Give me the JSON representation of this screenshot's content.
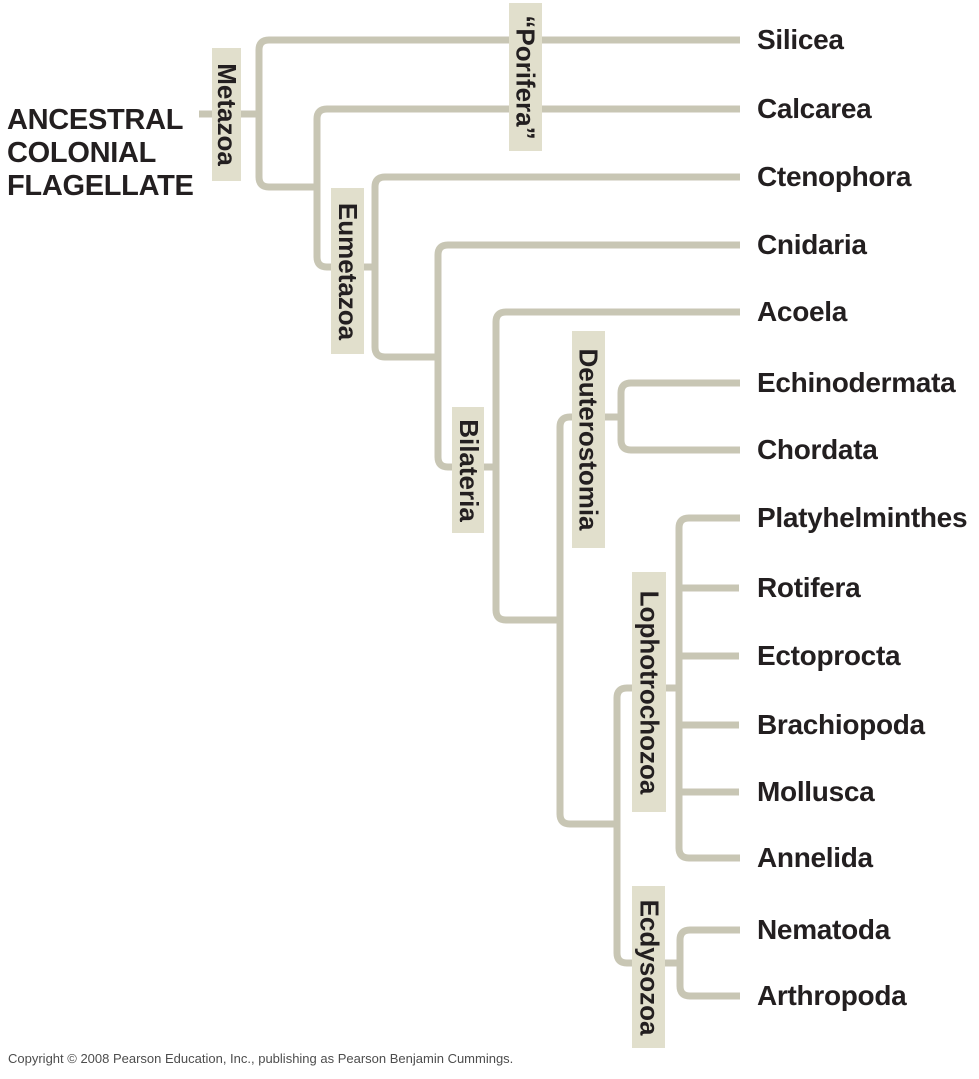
{
  "root_label": "ANCESTRAL\nCOLONIAL\nFLAGELLATE",
  "clades": {
    "metazoa": "Metazoa",
    "porifera": "“Porifera”",
    "eumetazoa": "Eumetazoa",
    "bilateria": "Bilateria",
    "deuterostomia": "Deuterostomia",
    "lophotrochozoa": "Lophotrochozoa",
    "ecdysozoa": "Ecdysozoa"
  },
  "taxa": [
    "Silicea",
    "Calcarea",
    "Ctenophora",
    "Cnidaria",
    "Acoela",
    "Echinodermata",
    "Chordata",
    "Platyhelminthes",
    "Rotifera",
    "Ectoprocta",
    "Brachiopoda",
    "Mollusca",
    "Annelida",
    "Nematoda",
    "Arthropoda"
  ],
  "topology": {
    "newick": "(Silicea,(Calcarea,(Ctenophora,(Cnidaria,(Acoela,((Echinodermata,Chordata)Deuterostomia,((Platyhelminthes,Rotifera,Ectoprocta,Brachiopoda,Mollusca,Annelida)Lophotrochozoa,(Nematoda,Arthropoda)Ecdysozoa)))Bilateria))Eumetazoa))Metazoa;",
    "note": "“Porifera” label (in quotes, paraphyletic) spans the Silicea and Calcarea branches"
  },
  "copyright": "Copyright © 2008 Pearson Education, Inc., publishing as Pearson Benjamin Cummings.",
  "colors": {
    "branch": "#c8c6b4",
    "label_box": "#e1dfcc",
    "text": "#231f20",
    "copyright_text": "#4d4d4d",
    "background": "#ffffff"
  }
}
